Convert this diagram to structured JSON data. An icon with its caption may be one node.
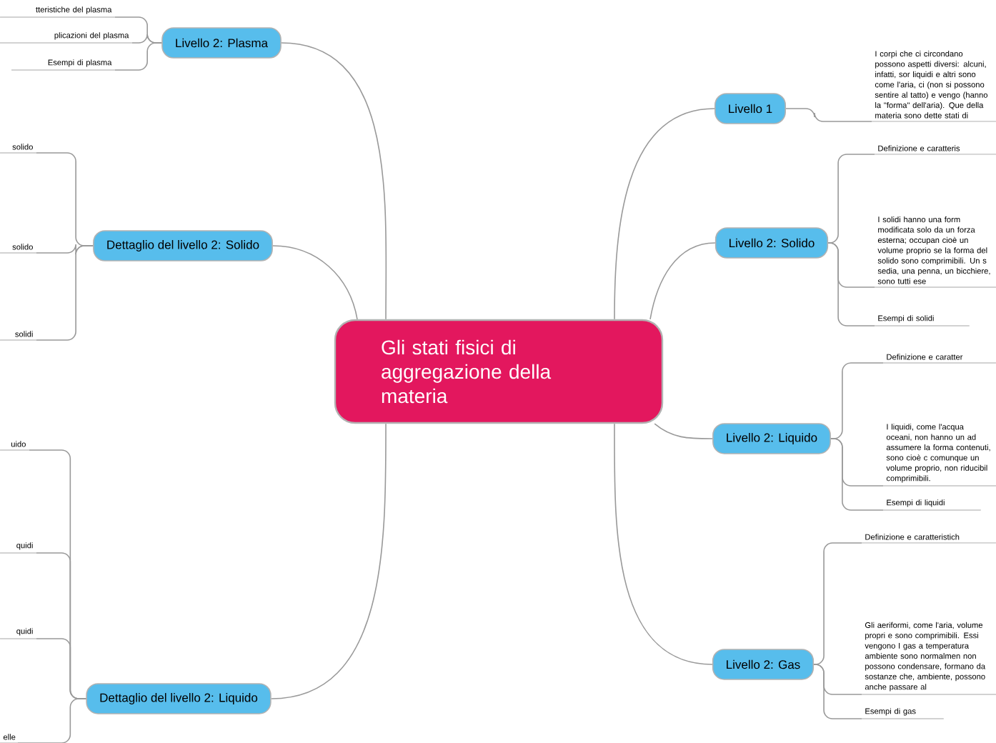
{
  "diagram": {
    "nodes": [
      {
        "text": [
          "Gli stati fisici di aggregazione della materia"
        ]
      },
      {
        "text": [
          "Livello 2: Plasma"
        ]
      },
      {
        "text": [
          "tteristiche del plasma"
        ]
      },
      {
        "text": [
          "plicazioni del plasma"
        ]
      },
      {
        "text": [
          "Esempi di plasma"
        ]
      },
      {
        "text": [
          "Dettaglio del livello 2: Solido"
        ]
      },
      {
        "text": [
          "solido"
        ]
      },
      {
        "text": [
          "solido"
        ]
      },
      {
        "text": [
          "solidi"
        ]
      },
      {
        "text": [
          "Dettaglio del livello 2: Liquido"
        ]
      },
      {
        "text": [
          "uido"
        ]
      },
      {
        "text": [
          "quidi"
        ]
      },
      {
        "text": [
          "quidi"
        ]
      },
      {
        "text": [
          "elle"
        ]
      },
      {
        "text": [
          "Livello 1"
        ]
      },
      {
        "text": [
          "I corpi che ci circondano possono aspetti diversi: alcuni, infatti, sor liquidi e altri sono come l'aria, ci (non si possono sentire al tatto) e vengo (hanno la \"forma\" dell'aria). Que della materia sono dette stati di"
        ]
      },
      {
        "text": [
          "Livello 2: Solido"
        ]
      },
      {
        "text": [
          "Definizione e caratteris"
        ]
      },
      {
        "text": [
          "I solidi hanno una form modificata solo da un forza esterna; occupan cioè un volume proprio se la forma del solido sono comprimibili. Un s sedia, una penna, un bicchiere, sono tutti ese"
        ]
      },
      {
        "text": [
          "Esempi di solidi"
        ]
      },
      {
        "text": [
          "Livello 2: Liquido"
        ]
      },
      {
        "text": [
          "Definizione e caratter"
        ]
      },
      {
        "text": [
          "I liquidi, come l'acqua oceani, non hanno un ad assumere la forma contenuti, sono cioè c comunque un volume proprio, non riducibil comprimibili."
        ]
      },
      {
        "text": [
          "Esempi di liquidi"
        ]
      },
      {
        "text": [
          "Livello 2: Gas"
        ]
      },
      {
        "text": [
          "Definizione e caratteristich"
        ]
      },
      {
        "text": [
          "Gli aeriformi, come l'aria, volume propri e sono comprimibili. Essi vengono I gas a temperatura ambiente sono normalmen non possono condensare, formano da sostanze che, ambiente, possono anche passare al"
        ]
      },
      {
        "text": [
          "Esempi di gas"
        ]
      }
    ],
    "edges": [
      {
        "from": 0,
        "to": 1,
        "arrow": "none"
      },
      {
        "from": 1,
        "to": 2,
        "arrow": "none"
      },
      {
        "from": 1,
        "to": 3,
        "arrow": "none"
      },
      {
        "from": 1,
        "to": 4,
        "arrow": "none"
      },
      {
        "from": 0,
        "to": 5,
        "arrow": "none"
      },
      {
        "from": 5,
        "to": 6,
        "arrow": "none"
      },
      {
        "from": 5,
        "to": 7,
        "arrow": "none"
      },
      {
        "from": 5,
        "to": 8,
        "arrow": "none"
      },
      {
        "from": 0,
        "to": 9,
        "arrow": "none"
      },
      {
        "from": 9,
        "to": 10,
        "arrow": "none"
      },
      {
        "from": 9,
        "to": 11,
        "arrow": "none"
      },
      {
        "from": 9,
        "to": 12,
        "arrow": "none"
      },
      {
        "from": 9,
        "to": 13,
        "arrow": "none"
      },
      {
        "from": 0,
        "to": 14,
        "arrow": "none"
      },
      {
        "from": 14,
        "to": 15,
        "arrow": "none"
      },
      {
        "from": 0,
        "to": 16,
        "arrow": "none"
      },
      {
        "from": 16,
        "to": 17,
        "arrow": "none"
      },
      {
        "from": 16,
        "to": 18,
        "arrow": "none"
      },
      {
        "from": 16,
        "to": 19,
        "arrow": "none"
      },
      {
        "from": 0,
        "to": 20,
        "arrow": "none"
      },
      {
        "from": 20,
        "to": 21,
        "arrow": "none"
      },
      {
        "from": 20,
        "to": 22,
        "arrow": "none"
      },
      {
        "from": 20,
        "to": 23,
        "arrow": "none"
      },
      {
        "from": 0,
        "to": 24,
        "arrow": "none"
      },
      {
        "from": 24,
        "to": 25,
        "arrow": "none"
      },
      {
        "from": 24,
        "to": 26,
        "arrow": "none"
      },
      {
        "from": 24,
        "to": 27,
        "arrow": "none"
      }
    ]
  }
}
